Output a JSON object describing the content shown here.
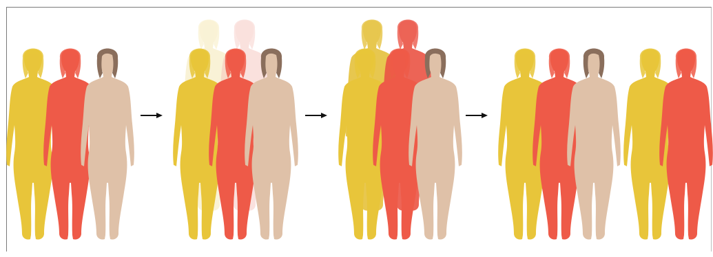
{
  "diagram": {
    "kind": "figure-sequence",
    "stages": [
      {
        "name": "stage-1-initial",
        "figures": [
          {
            "color": "#E8C53A",
            "role": "yellow-figure"
          },
          {
            "color": "#EE5A48",
            "role": "red-figure"
          },
          {
            "color": "#DFC1A8",
            "role": "beige-figure"
          }
        ],
        "ghosts": []
      },
      {
        "name": "stage-2-faded-copies",
        "figures": [
          {
            "color": "#E8C53A",
            "role": "yellow-figure"
          },
          {
            "color": "#EE5A48",
            "role": "red-figure"
          },
          {
            "color": "#DFC1A8",
            "role": "beige-figure"
          }
        ],
        "ghosts": [
          {
            "color": "#F3E4A6",
            "role": "yellow-ghost"
          },
          {
            "color": "#F5BDB6",
            "role": "red-ghost"
          }
        ]
      },
      {
        "name": "stage-3-overlapping-copies",
        "figures": [
          {
            "color": "#E8C53A",
            "role": "yellow-figure"
          },
          {
            "color": "#EE5A48",
            "role": "red-figure"
          },
          {
            "color": "#DFC1A8",
            "role": "beige-figure"
          }
        ],
        "ghosts": [
          {
            "color": "#E5C13C",
            "role": "yellow-copy"
          },
          {
            "color": "#EB5444",
            "role": "red-copy"
          }
        ]
      },
      {
        "name": "stage-4-result-group",
        "figures": [
          {
            "color": "#E8C53A",
            "role": "yellow-figure"
          },
          {
            "color": "#EE5A48",
            "role": "red-figure"
          },
          {
            "color": "#DFC1A8",
            "role": "beige-figure"
          }
        ],
        "ghosts": []
      },
      {
        "name": "stage-4-extracted-pair",
        "figures": [
          {
            "color": "#E8C53A",
            "role": "yellow-figure"
          },
          {
            "color": "#EE5A48",
            "role": "red-figure"
          }
        ],
        "ghosts": []
      }
    ],
    "arrows": 3,
    "hair_color": "#8A6E5C"
  }
}
